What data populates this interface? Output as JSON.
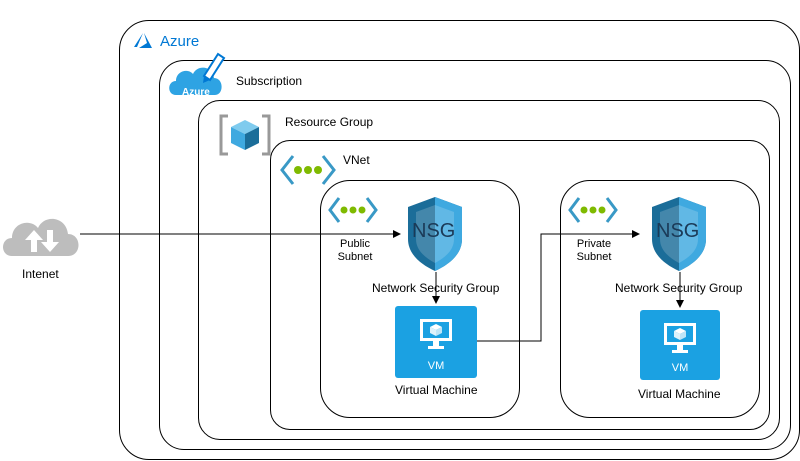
{
  "containers": {
    "azure": {
      "label": "Azure"
    },
    "subscription": {
      "label": "Subscription",
      "badge": "Azure"
    },
    "resource_group": {
      "label": "Resource Group"
    },
    "vnet": {
      "label": "VNet"
    }
  },
  "internet": {
    "label": "Intenet"
  },
  "public_subnet": {
    "label_line1": "Public",
    "label_line2": "Subnet",
    "nsg": {
      "icon_text": "NSG",
      "label": "Network Security Group"
    },
    "vm": {
      "icon_text": "VM",
      "label": "Virtual Machine"
    }
  },
  "private_subnet": {
    "label_line1": "Private",
    "label_line2": "Subnet",
    "nsg": {
      "icon_text": "NSG",
      "label": "Network Security Group"
    },
    "vm": {
      "icon_text": "VM",
      "label": "Virtual Machine"
    }
  },
  "colors": {
    "azure_blue": "#0078d4",
    "cloud_blue": "#2ea3e3",
    "vnet_green": "#7fba00",
    "vnet_bracket": "#3999c6",
    "nsg_dark": "#1b6d99",
    "nsg_light": "#3fa9e0",
    "vm_blue": "#1ba1e2",
    "cloud_gray": "#bdbdbd",
    "rg_blue": "#59b4d9"
  },
  "icons": [
    "azure-logo-icon",
    "subscription-key-icon",
    "resource-group-cube-icon",
    "vnet-icon",
    "subnet-icon",
    "nsg-shield-icon",
    "vm-monitor-icon",
    "internet-cloud-icon"
  ]
}
